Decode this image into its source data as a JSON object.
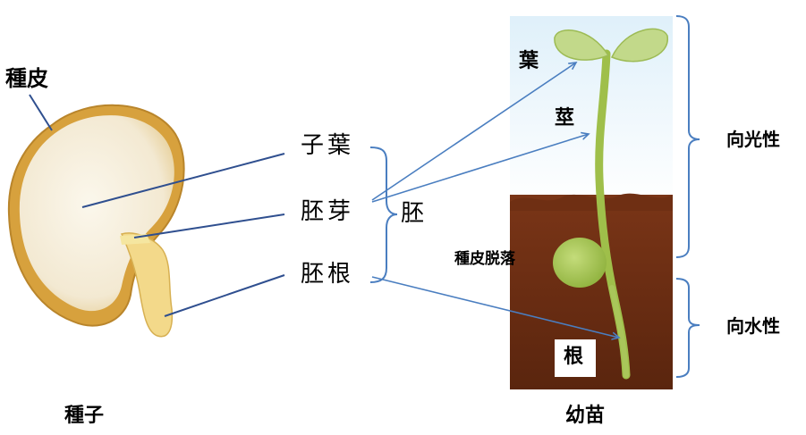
{
  "labels": {
    "seed_coat": "種皮",
    "cotyledon": "子葉",
    "plumule": "胚芽",
    "radicle": "胚根",
    "embryo": "胚",
    "seed": "種子",
    "leaf": "葉",
    "stem": "莖",
    "coat_falls_off": "種皮脱落",
    "root": "根",
    "seedling": "幼苗",
    "phototropism": "向光性",
    "hydrotropism": "向水性"
  },
  "colors": {
    "leader_line": "#2f4f8f",
    "arrow": "#4a7ec0",
    "brace": "#4a7ec0",
    "soil": "#6b2e14",
    "sky": "#e4f1f9",
    "plant": "#9fbf4a",
    "seed_coat": "#d9a23a",
    "seed_flesh": "#f6f0e1"
  }
}
